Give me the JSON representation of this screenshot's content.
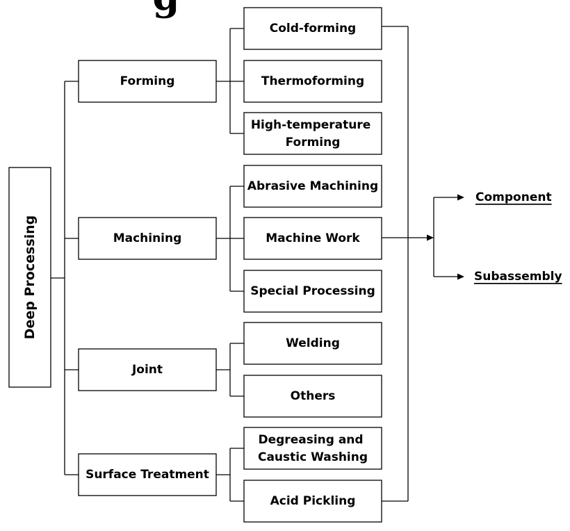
{
  "title_fragment": "g",
  "root": {
    "label": "Deep Processing"
  },
  "categories": [
    {
      "label": "Forming",
      "items": [
        "Cold-forming",
        "Thermoforming",
        "High-temperature Forming"
      ]
    },
    {
      "label": "Machining",
      "items": [
        "Abrasive Machining",
        "Machine Work",
        "Special Processing"
      ]
    },
    {
      "label": "Joint",
      "items": [
        "Welding",
        "Others"
      ]
    },
    {
      "label": "Surface Treatment",
      "items": [
        "Degreasing and Caustic Washing",
        "Acid Pickling"
      ]
    }
  ],
  "outputs": [
    "Component",
    "Subassembly"
  ]
}
